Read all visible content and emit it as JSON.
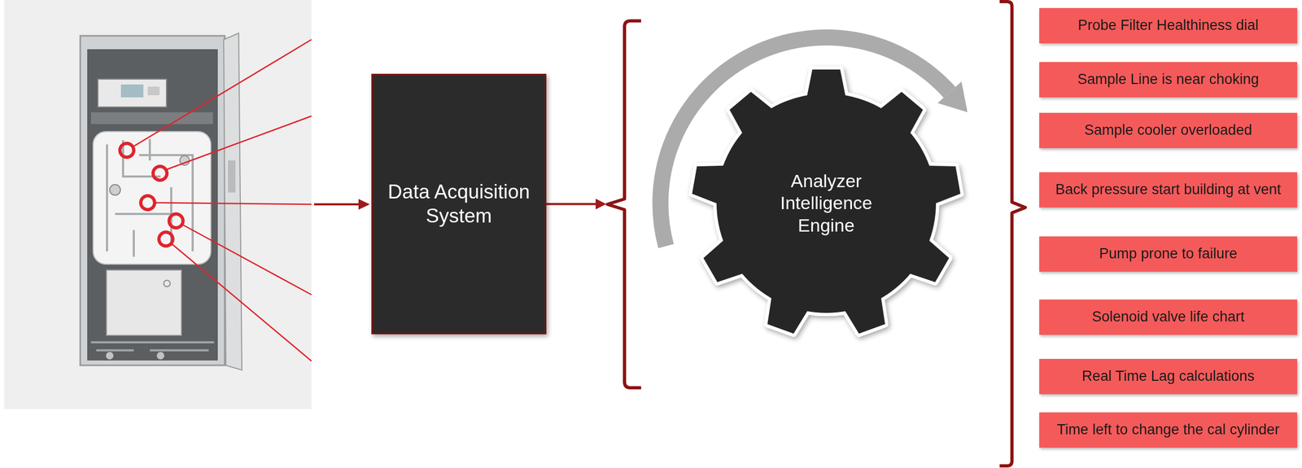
{
  "diagram": {
    "nodes": [
      {
        "text": [
          "Data Acquisition System"
        ]
      },
      {
        "text": [
          "Analyzer Intelligence Engine"
        ]
      },
      {
        "text": [
          "Probe Filter Healthiness dial"
        ]
      },
      {
        "text": [
          "Sample Line is near choking"
        ]
      },
      {
        "text": [
          "Sample cooler overloaded"
        ]
      },
      {
        "text": [
          "Back pressure start building at vent"
        ]
      },
      {
        "text": [
          "Pump prone to failure"
        ]
      },
      {
        "text": [
          "Solenoid valve life chart"
        ]
      },
      {
        "text": [
          "Real Time Lag calculations"
        ]
      },
      {
        "text": [
          "Time left to change the cal cylinder"
        ]
      }
    ],
    "edges": [
      {
        "from": 0,
        "to": 1,
        "arrow": "to"
      }
    ]
  }
}
